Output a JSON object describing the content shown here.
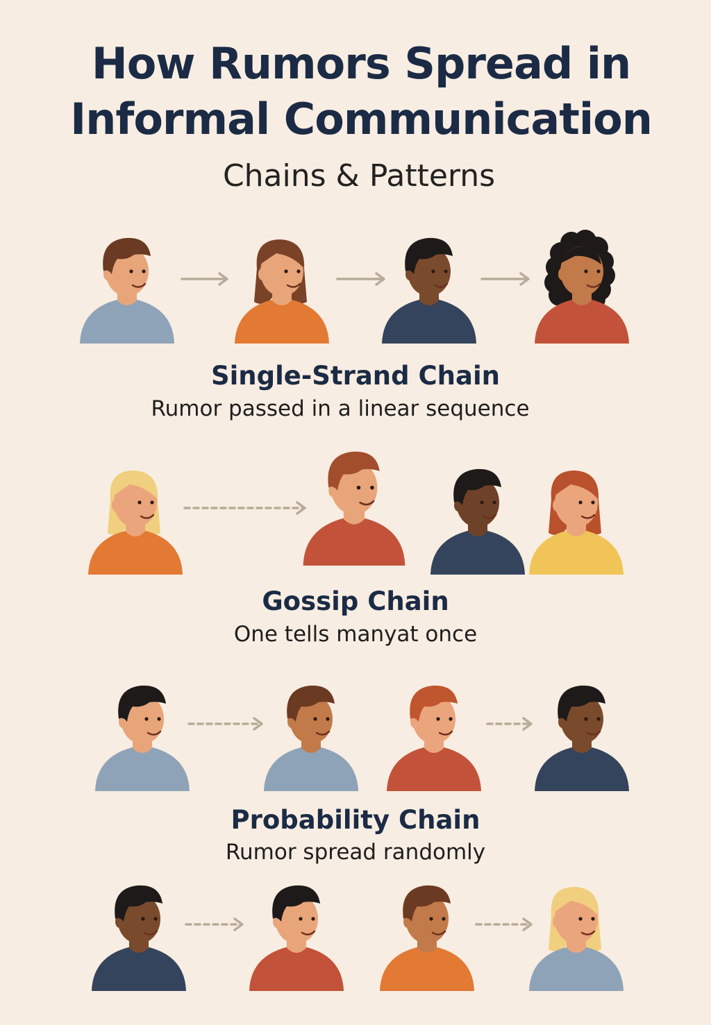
{
  "title_line1": "How Rumors Spread in",
  "title_line2": "Informal Communication",
  "subtitle": "Chains & Patterns",
  "sections": [
    {
      "title": "Single-Strand Chain",
      "description": "Rumor passed in a linear sequence"
    },
    {
      "title": "Gossip Chain",
      "description": "One tells manyat once"
    },
    {
      "title": "Probability Chain",
      "description": "Rumor spread randomly"
    }
  ],
  "colors": {
    "background": "#f8ede2",
    "text": "#1b2b45",
    "arrow": "#b8ab98"
  },
  "rows": [
    {
      "people": [
        {
          "skin": "#e8a57a",
          "hair": "#6b3a22",
          "shirt": "#8fa3b8",
          "style": "short"
        },
        {
          "skin": "#e8a57a",
          "hair": "#7a4226",
          "shirt": "#e27a34",
          "style": "long"
        },
        {
          "skin": "#7a4a2c",
          "hair": "#1e1a1a",
          "shirt": "#34445c",
          "style": "short"
        },
        {
          "skin": "#c27a4a",
          "hair": "#1e1a1a",
          "shirt": "#c3523a",
          "style": "curly"
        }
      ]
    },
    {
      "people": [
        {
          "skin": "#eba57c",
          "hair": "#f0cf7e",
          "shirt": "#e27a34",
          "style": "long"
        },
        {
          "skin": "#e8a57a",
          "hair": "#a24e2c",
          "shirt": "#c3523a",
          "style": "short"
        },
        {
          "skin": "#6e4228",
          "hair": "#1e1a1a",
          "shirt": "#34445c",
          "style": "short"
        },
        {
          "skin": "#eba57c",
          "hair": "#b8512c",
          "shirt": "#f0c457",
          "style": "long"
        }
      ]
    },
    {
      "people": [
        {
          "skin": "#e8a57a",
          "hair": "#1e1a1a",
          "shirt": "#8fa3b8",
          "style": "short"
        },
        {
          "skin": "#c27a4a",
          "hair": "#6b3a22",
          "shirt": "#8fa3b8",
          "style": "short"
        },
        {
          "skin": "#eba57c",
          "hair": "#c0562e",
          "shirt": "#c3523a",
          "style": "short"
        },
        {
          "skin": "#7a4a2c",
          "hair": "#1e1a1a",
          "shirt": "#34445c",
          "style": "short"
        }
      ]
    },
    {
      "people": [
        {
          "skin": "#7a4a2c",
          "hair": "#1e1a1a",
          "shirt": "#34445c",
          "style": "short"
        },
        {
          "skin": "#e8a57a",
          "hair": "#1e1a1a",
          "shirt": "#c3523a",
          "style": "short"
        },
        {
          "skin": "#c27a4a",
          "hair": "#6b3a22",
          "shirt": "#e27a34",
          "style": "short"
        },
        {
          "skin": "#eba57c",
          "hair": "#f0cf7e",
          "shirt": "#8fa3b8",
          "style": "long"
        }
      ]
    }
  ]
}
